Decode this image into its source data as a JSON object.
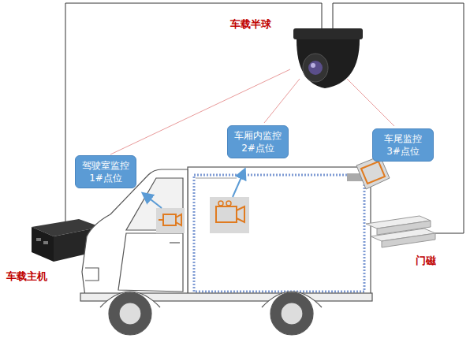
{
  "diagram": {
    "nodes": [
      {
        "text": [
          "驾驶室监控 1#点位"
        ]
      },
      {
        "text": [
          "车厢内监控 2#点位"
        ]
      },
      {
        "text": [
          "车尾监控 3#点位"
        ]
      }
    ],
    "labels": [
      "车载半球",
      "车载主机",
      "门磁"
    ]
  }
}
